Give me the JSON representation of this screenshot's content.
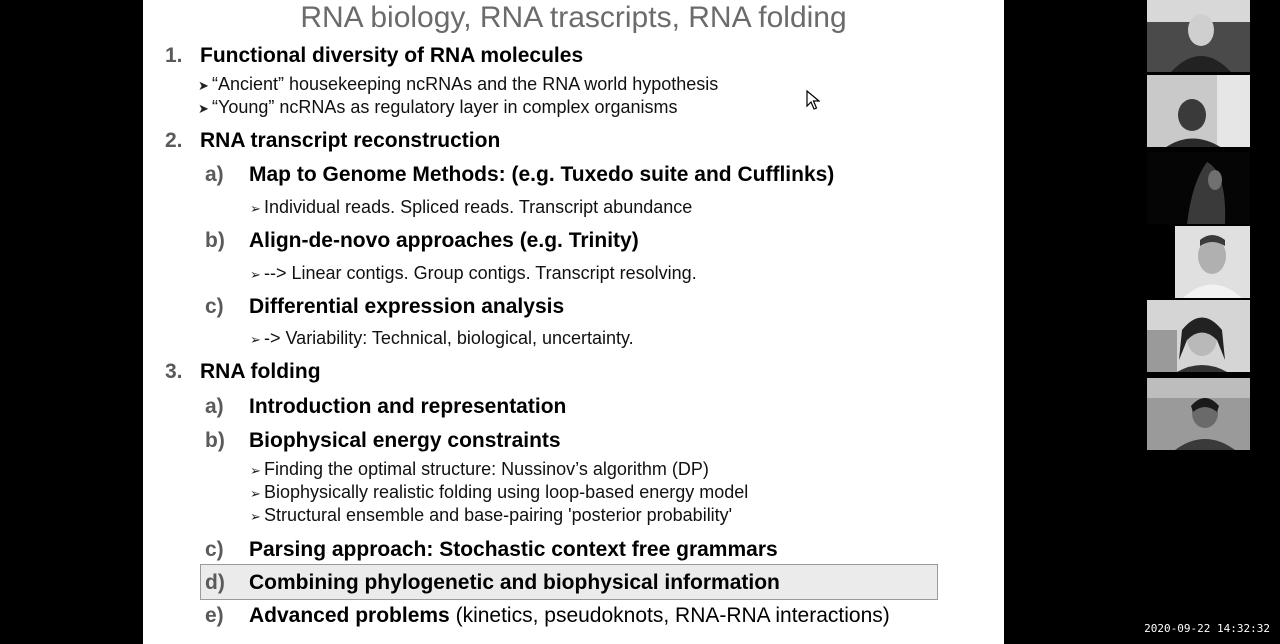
{
  "slide": {
    "title": "RNA biology, RNA trascripts, RNA folding",
    "items": [
      {
        "num": "1.",
        "label": "Functional diversity of RNA molecules",
        "bullets": [
          "“Ancient” housekeeping ncRNAs and the RNA world hypothesis",
          "“Young” ncRNAs as regulatory layer in complex organisms"
        ]
      },
      {
        "num": "2.",
        "label": "RNA transcript reconstruction",
        "subs": [
          {
            "letter": "a)",
            "label": "Map to Genome Methods: (e.g. Tuxedo suite and Cufflinks)",
            "bullets": [
              "Individual reads. Spliced reads. Transcript abundance"
            ]
          },
          {
            "letter": "b)",
            "label": "Align-de-novo approaches (e.g. Trinity)",
            "bullets": [
              "--> Linear contigs.  Group contigs.  Transcript resolving."
            ]
          },
          {
            "letter": "c)",
            "label": "Differential expression analysis",
            "bullets": [
              "-> Variability: Technical, biological, uncertainty."
            ]
          }
        ]
      },
      {
        "num": "3.",
        "label": "RNA folding",
        "subs": [
          {
            "letter": "a)",
            "label": "Introduction and representation"
          },
          {
            "letter": "b)",
            "label": "Biophysical energy constraints",
            "bullets": [
              "Finding the optimal structure: Nussinov’s algorithm (DP)",
              "Biophysically realistic folding using loop-based energy model",
              "Structural ensemble and base-pairing 'posterior probability'"
            ]
          },
          {
            "letter": "c)",
            "label": "Parsing approach: Stochastic context free grammars"
          },
          {
            "letter": "d)",
            "label": "Combining phylogenetic and biophysical information"
          },
          {
            "letter": "e)",
            "label": "Advanced problems",
            "label_extra": "(kinetics, pseudoknots, RNA-RNA interactions)"
          }
        ]
      }
    ]
  },
  "timestamp": "2020-09-22 14:32:32"
}
